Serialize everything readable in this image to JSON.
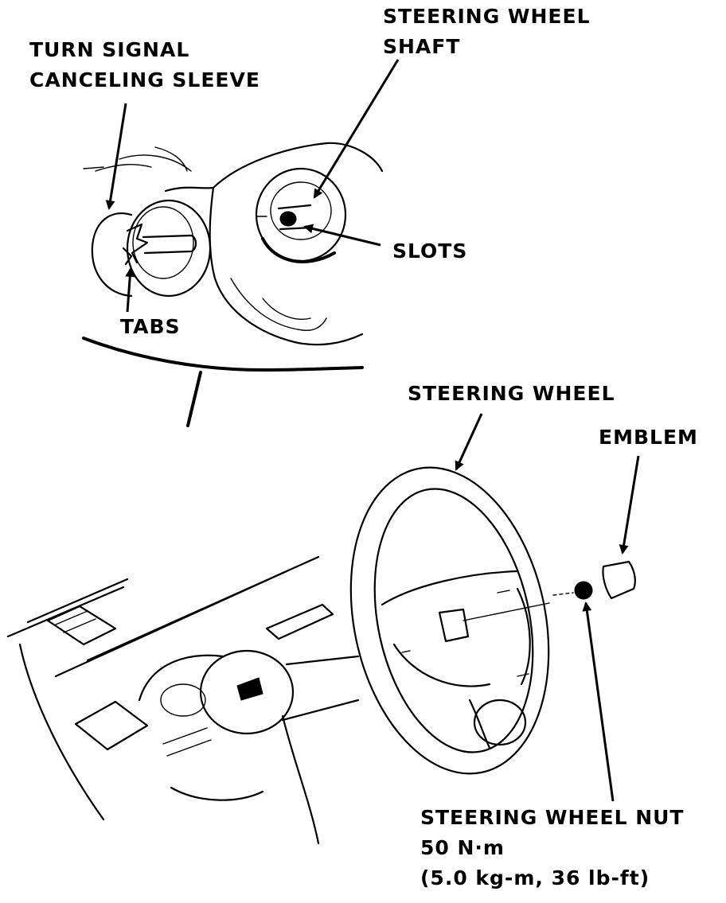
{
  "labels": {
    "turn_signal_sleeve": [
      "TURN SIGNAL",
      "CANCELING SLEEVE"
    ],
    "steering_wheel_shaft": [
      "STEERING WHEEL",
      "SHAFT"
    ],
    "slots": "SLOTS",
    "tabs": "TABS",
    "steering_wheel": "STEERING WHEEL",
    "emblem": "EMBLEM",
    "steering_wheel_nut": [
      "STEERING WHEEL NUT",
      "50 N·m",
      "(5.0 kg-m, 36 lb-ft)"
    ]
  },
  "colors": {
    "ink": "#000000",
    "background": "#ffffff"
  }
}
